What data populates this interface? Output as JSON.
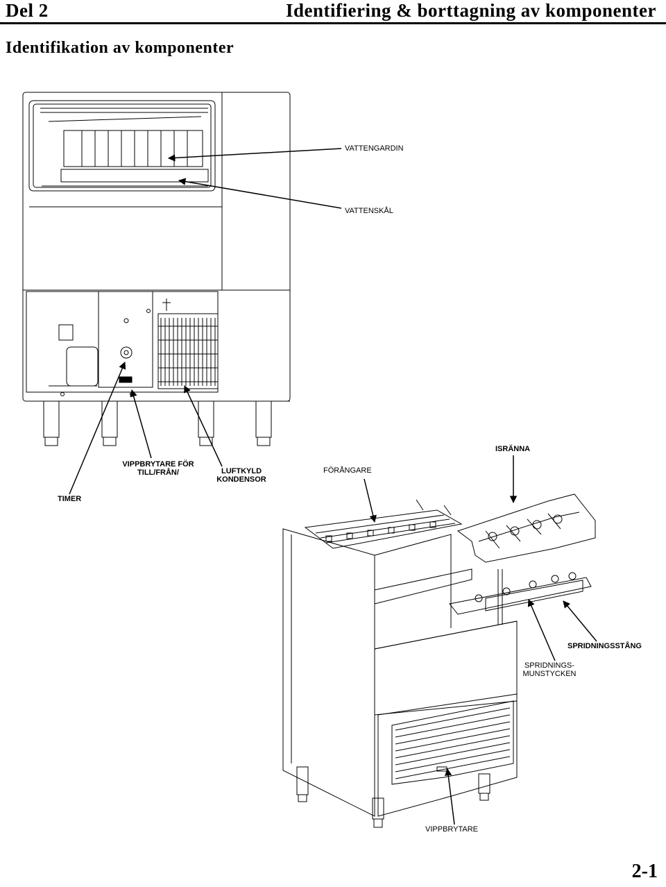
{
  "header": {
    "part": "Del 2",
    "title": "Identifiering & borttagning av komponenter"
  },
  "section_title": "Identifikation av komponenter",
  "figure1": {
    "callouts": {
      "water_curtain": "VATTENGARDIN",
      "water_trough": "VATTENSKÅL",
      "toggle_switch_line1": "VIPPBRYTARE FÖR",
      "toggle_switch_line2": "TILL/FRÅN/",
      "timer": "TIMER",
      "condenser_line1": "LUFTKYLD",
      "condenser_line2": "KONDENSOR"
    }
  },
  "figure2": {
    "callouts": {
      "evaporator": "FÖRÅNGARE",
      "ice_chute": "ISRÄNNA",
      "spray_bar": "SPRIDNINGSSTÅNG",
      "nozzles_line1": "SPRIDNINGS-",
      "nozzles_line2": "MUNSTYCKEN",
      "toggle_switch": "VIPPBRYTARE"
    }
  },
  "page_number": "2-1"
}
